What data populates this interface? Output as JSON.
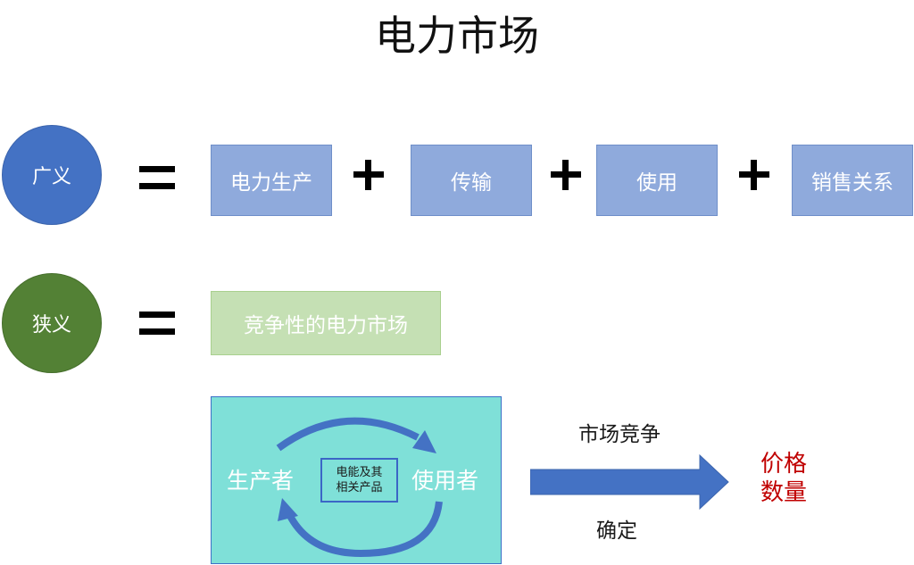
{
  "title": "电力市场",
  "broad": {
    "label": "广义",
    "items": [
      "电力生产",
      "传输",
      "使用",
      "销售关系"
    ]
  },
  "narrow": {
    "label": "狭义",
    "definition": "竞争性的电力市场"
  },
  "cycle": {
    "producer": "生产者",
    "user": "使用者",
    "product_line1": "电能及其",
    "product_line2": "相关产品"
  },
  "arrow": {
    "top_label": "市场竞争",
    "bottom_label": "确定"
  },
  "result": {
    "line1": "价格",
    "line2": "数量"
  },
  "colors": {
    "broad_circle": "#4472c4",
    "narrow_circle": "#538135",
    "item_box": "#8faadc",
    "definition_box": "#c5e0b4",
    "panel": "#7fe0d8",
    "arrow": "#4472c4",
    "result_text": "#c00000"
  }
}
